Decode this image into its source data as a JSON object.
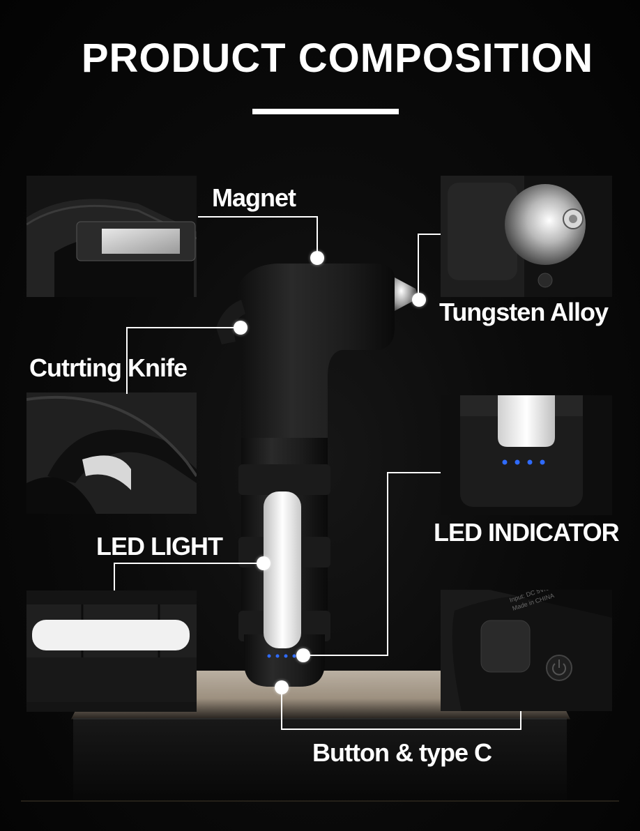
{
  "title": "PRODUCT COMPOSITION",
  "callouts": {
    "magnet": "Magnet",
    "tungsten": "Tungsten Alloy",
    "knife": "Cutrting  Knife",
    "led_indicator": "LED  INDICATOR",
    "led_light": "LED LIGHT",
    "button": "Button & type C"
  },
  "colors": {
    "background": "#050505",
    "text": "#ffffff",
    "led_blue": "#2f6bff",
    "tool_body": "#1c1c1c"
  }
}
